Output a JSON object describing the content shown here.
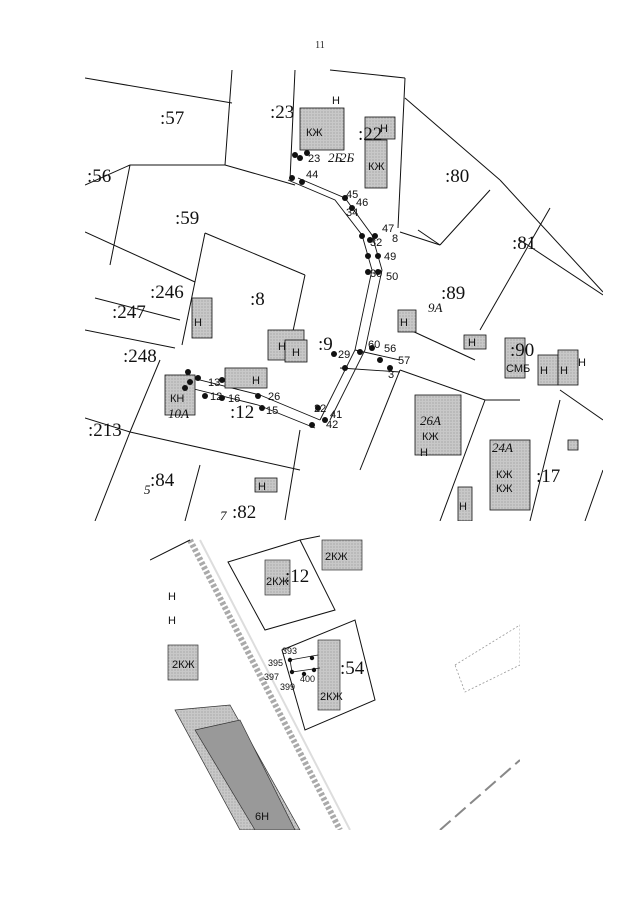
{
  "page": {
    "number": "11"
  },
  "map_top": {
    "parcels": [
      ":57",
      ":23",
      ":22",
      ":56",
      ":80",
      ":59",
      ":81",
      ":246",
      ":8",
      ":89",
      ":247",
      ":9",
      ":248",
      ":90",
      ":12",
      ":213",
      ":84",
      ":82",
      ":17"
    ],
    "house_numbers": [
      "2Б",
      "2Б",
      "9А",
      "26А",
      "24А",
      "10А",
      "5",
      "7"
    ],
    "building_labels": [
      "Н",
      "КЖ",
      "Н",
      "КЖ",
      "Н",
      "Н",
      "Н",
      "Н",
      "КЖ",
      "Н",
      "КН",
      "КЖ",
      "КЖ",
      "Н",
      "Н",
      "СМБ",
      "Н",
      "Н",
      "Н",
      "Н",
      "Н"
    ],
    "point_labels": [
      "23",
      "44",
      "45",
      "46",
      "34",
      "47",
      "8",
      "32",
      "49",
      "30",
      "50",
      "29",
      "60",
      "56",
      "57",
      "3",
      "26",
      "16",
      "15",
      "41",
      "42",
      "22",
      "13",
      "12"
    ]
  },
  "map_bottom": {
    "parcels": [
      ":12",
      ":54"
    ],
    "building_labels": [
      "2КЖ",
      "2КЖ",
      "2КЖ",
      "2КЖ",
      "Н",
      "Н",
      "6Н"
    ],
    "point_labels": [
      "393",
      "395",
      "397",
      "399",
      "400"
    ]
  }
}
